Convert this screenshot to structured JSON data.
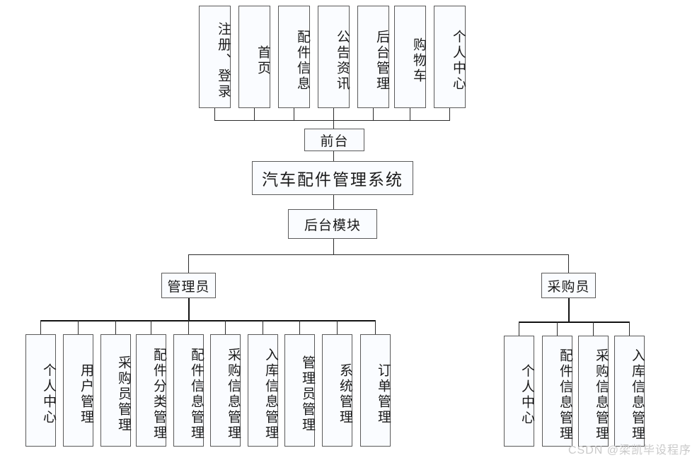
{
  "diagram": {
    "title": "汽车配件管理系统",
    "root": {
      "label": "汽车配件管理系统"
    },
    "frontend": {
      "label": "前台"
    },
    "backend": {
      "label": "后台模块"
    },
    "roles": {
      "admin": {
        "label": "管理员"
      },
      "buyer": {
        "label": "采购员"
      }
    },
    "frontend_modules": [
      {
        "label": "注册、登录"
      },
      {
        "label": "首页"
      },
      {
        "label": "配件信息"
      },
      {
        "label": "公告资讯"
      },
      {
        "label": "后台管理"
      },
      {
        "label": "购物车"
      },
      {
        "label": "个人中心"
      }
    ],
    "admin_modules": [
      {
        "label": "个人中心"
      },
      {
        "label": "用户管理"
      },
      {
        "label": "采购员管理"
      },
      {
        "label": "配件分类管理"
      },
      {
        "label": "配件信息管理"
      },
      {
        "label": "采购信息管理"
      },
      {
        "label": "入库信息管理"
      },
      {
        "label": "管理员管理"
      },
      {
        "label": "系统管理"
      },
      {
        "label": "订单管理"
      }
    ],
    "buyer_modules": [
      {
        "label": "个人中心"
      },
      {
        "label": "配件信息管理"
      },
      {
        "label": "采购信息管理"
      },
      {
        "label": "入库信息管理"
      }
    ],
    "watermark": "CSDN @梁凯毕设程序",
    "colors": {
      "box_fill": "#fafcff",
      "box_border": "#5a5a5a",
      "line": "#2b2b2b",
      "text": "#1a1a1a",
      "watermark": "#c9c9c9"
    }
  }
}
